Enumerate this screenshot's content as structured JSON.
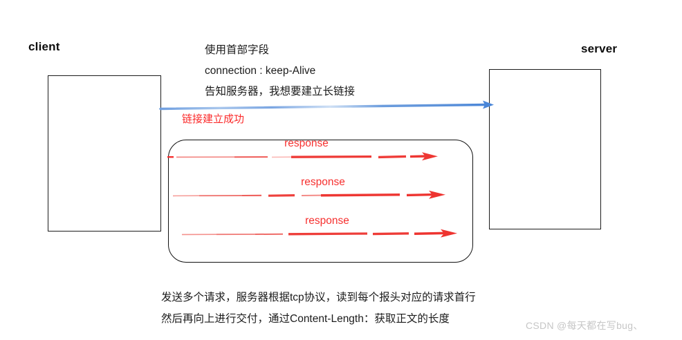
{
  "diagram": {
    "endpoints": [
      {
        "name": "client",
        "label": "client"
      },
      {
        "name": "server",
        "label": "server"
      }
    ],
    "handshake_note": {
      "lines": [
        "使用首部字段",
        "connection : keep-Alive",
        "告知服务器，我想要建立长链接"
      ]
    },
    "connection_status": "链接建立成功",
    "responses": [
      {
        "label": "response"
      },
      {
        "label": "response"
      },
      {
        "label": "response"
      }
    ],
    "footer_note": {
      "lines": [
        "发送多个请求，服务器根据tcp协议，读到每个报头对应的请求首行",
        "然后再向上进行交付，通过Content-Length：获取正文的长度"
      ]
    },
    "colors": {
      "response_red": "#f6302f",
      "status_red": "#fb2a2a",
      "keepalive_blue": "#4a86d8",
      "box_outline": "#1a1a1a",
      "text": "#1b1b1b",
      "watermark": "#c6c6c6"
    },
    "icons": {
      "keepalive_arrow": "arrow-right-icon",
      "response_arrow": "arrow-right-icon"
    }
  },
  "watermark": "CSDN @每天都在写bug、"
}
